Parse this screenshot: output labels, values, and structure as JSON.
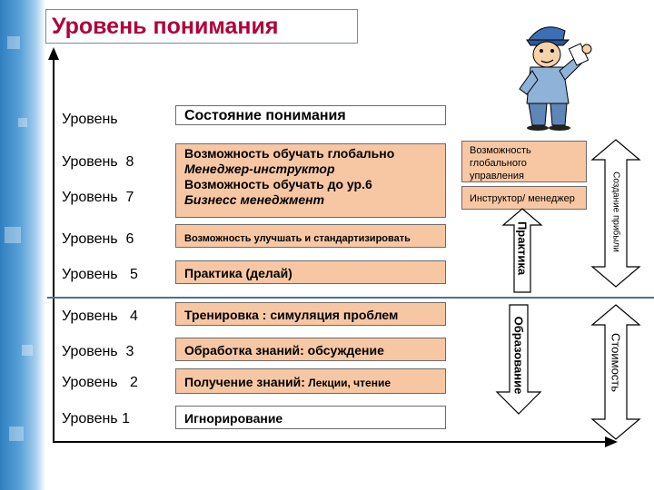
{
  "title": "Уровень понимания",
  "header": {
    "level_col": "Уровень",
    "state_col": "Состояние понимания"
  },
  "levels": [
    {
      "label": "Уровень  8",
      "state": [
        "Возможность обучать глобально",
        "Менеджер-инструктор"
      ]
    },
    {
      "label": "Уровень  7",
      "state": [
        "Возможность обучать до ур.6",
        "Бизнесс менеджмент"
      ]
    },
    {
      "label": "Уровень  6",
      "state": [
        "Возможность улучшать и стандартизировать"
      ]
    },
    {
      "label": "Уровень   5",
      "state": [
        "Практика (делай)"
      ]
    },
    {
      "label": "Уровень   4",
      "state": [
        "Тренировка : симуляция проблем"
      ]
    },
    {
      "label": "Уровень  3",
      "state": [
        "Обработка знаний: обсуждение"
      ]
    },
    {
      "label": "Уровень   2",
      "state_main": "Получение знаний:",
      "state_sub": " Лекции, чтение"
    },
    {
      "label": "Уровень 1",
      "state": [
        "Игнорирование"
      ]
    }
  ],
  "right_boxes": {
    "global": "Возможность глобального управления",
    "instructor": "Инструктор/ менеджер"
  },
  "arrows": {
    "practice": "Практика",
    "profit": "Создание прибыли",
    "education": "Образование",
    "cost": "Стоимость"
  },
  "colors": {
    "title": "#b0003a",
    "box_fill": "#f7c7a4",
    "divider": "#4a6fa8",
    "sidebar": "#2f7fc0"
  }
}
